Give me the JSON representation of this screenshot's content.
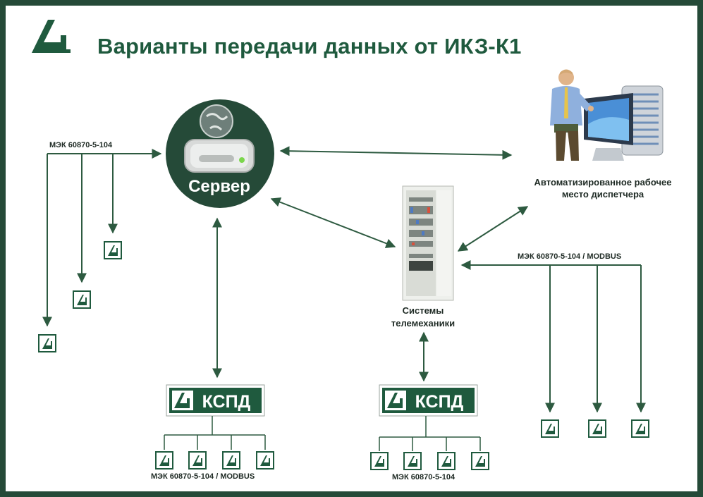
{
  "title": "Варианты передачи данных от ИКЗ-К1",
  "colors": {
    "brand": "#1f5a3e",
    "dark": "#254a38",
    "arrow": "#2d5a40"
  },
  "server": {
    "label": "Сервер",
    "icon": "globe-hard-drive-icon"
  },
  "left_protocol": "МЭК 60870-5-104",
  "workstation": {
    "line1": "Автоматизированное рабочее",
    "line2": "место диспетчера",
    "icon": "operator-computer-icon"
  },
  "telemechanics": {
    "line1": "Системы",
    "line2": "телемеханики",
    "icon": "equipment-rack-icon"
  },
  "right_protocol": "МЭК 60870-5-104 / MODBUS",
  "kspd_left": {
    "label": "КСПД",
    "protocol": "МЭК 60870-5-104 / MODBUS"
  },
  "kspd_right": {
    "label": "КСПД",
    "protocol": "МЭК 60870-5-104"
  },
  "device_icon": "ikz-device-logo-icon"
}
